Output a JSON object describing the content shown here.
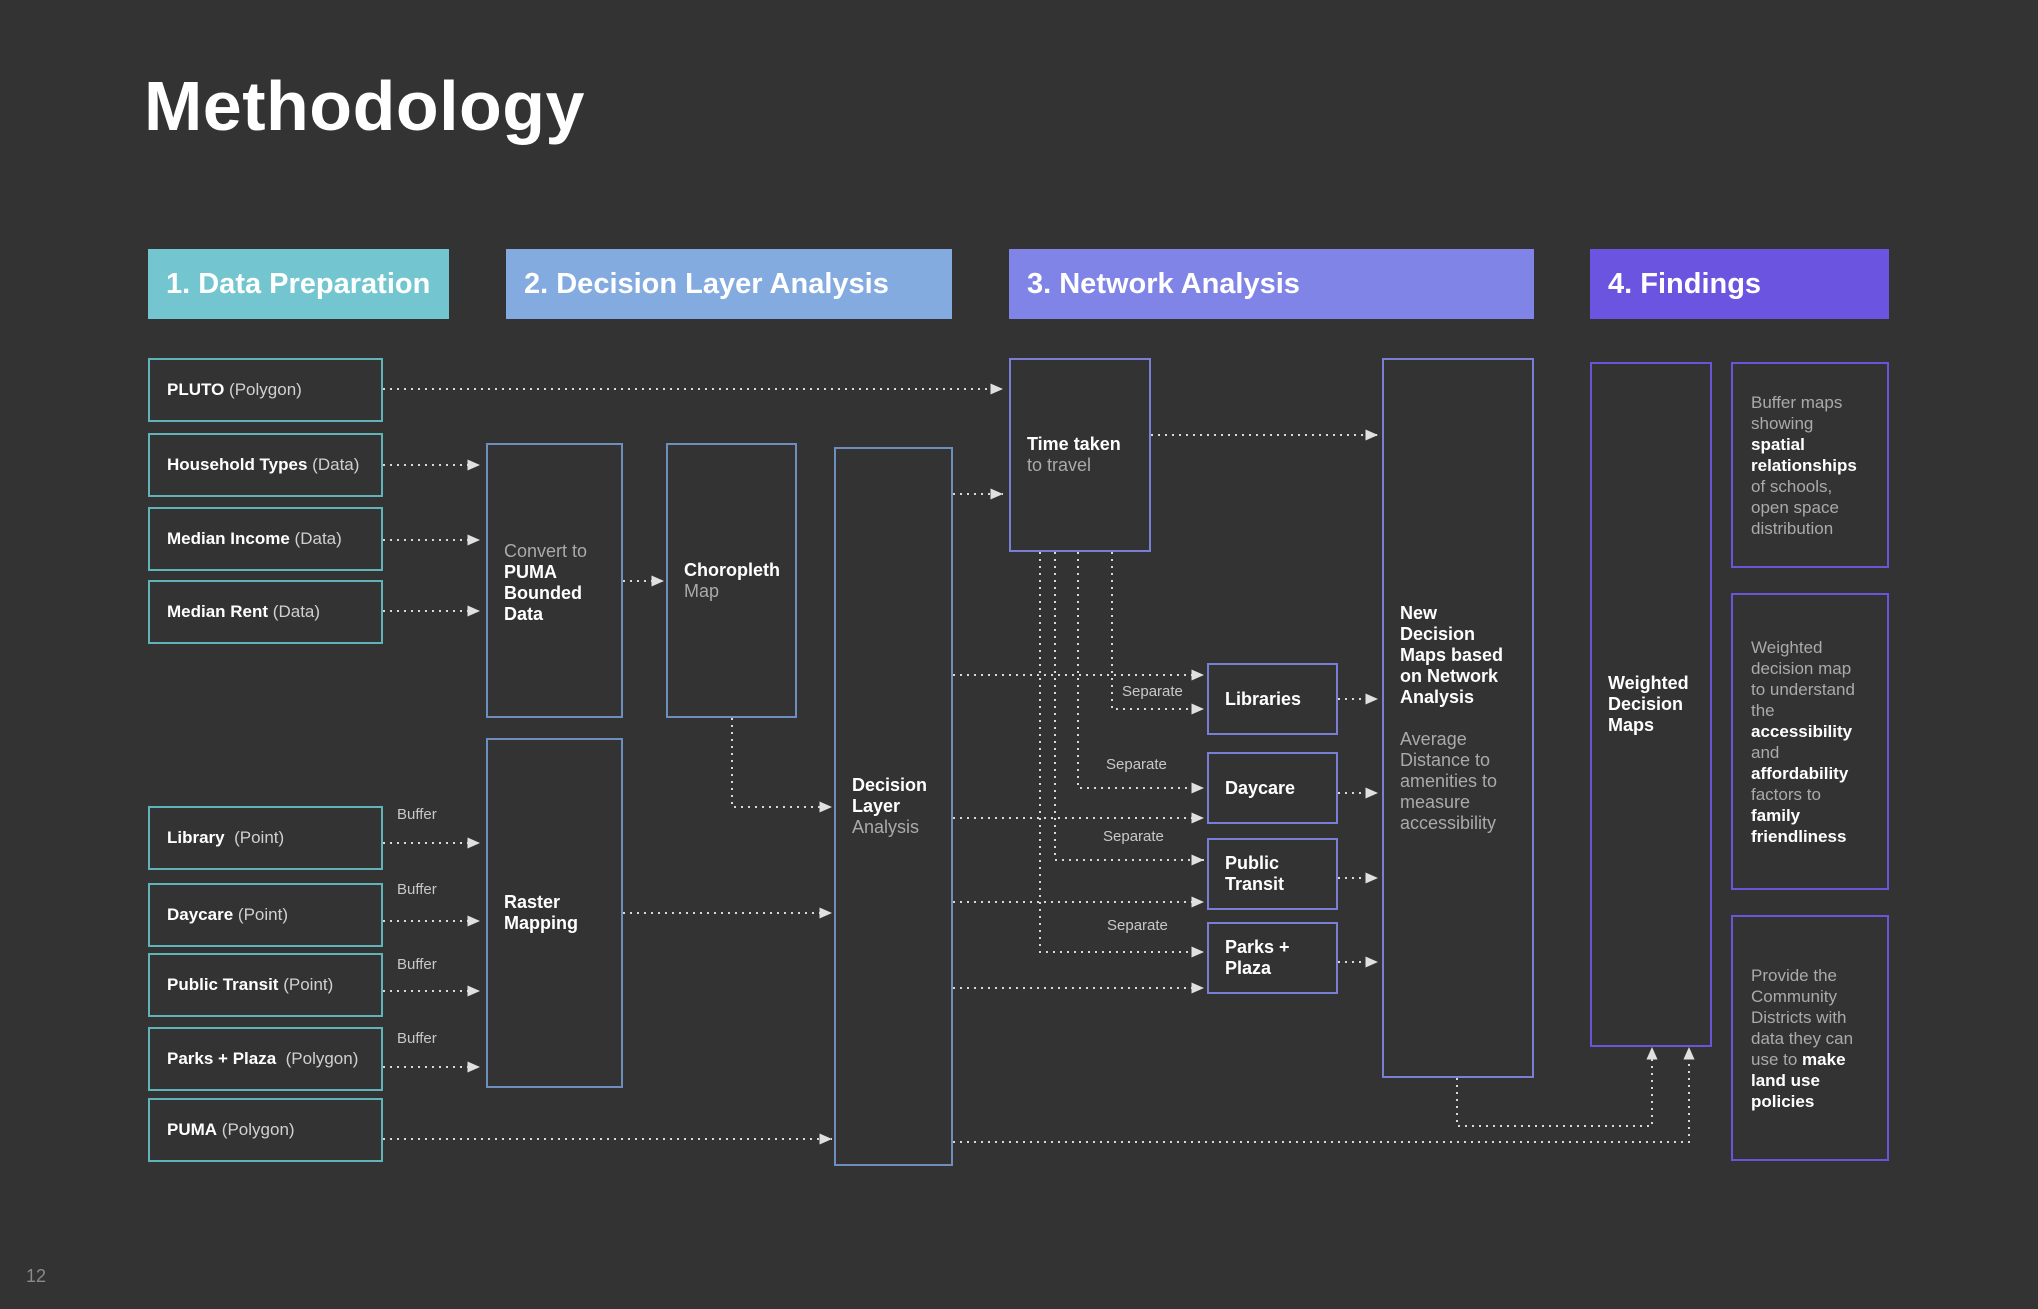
{
  "title": "Methodology",
  "page_number": "12",
  "headers": [
    {
      "label": "1. Data Preparation",
      "color": "#73c6d0"
    },
    {
      "label": "2. Decision Layer Analysis",
      "color": "#83abe0"
    },
    {
      "label": "3. Network Analysis",
      "color": "#7f84e6"
    },
    {
      "label": "4. Findings",
      "color": "#6a54e0"
    }
  ],
  "inputs": [
    {
      "name": "PLUTO",
      "type": "(Polygon)"
    },
    {
      "name": "Household Types",
      "type": "(Data)"
    },
    {
      "name": "Median Income",
      "type": "(Data)"
    },
    {
      "name": "Median Rent",
      "type": "(Data)"
    },
    {
      "name": "Library",
      "type": "(Point)"
    },
    {
      "name": "Daycare",
      "type": "(Point)"
    },
    {
      "name": "Public Transit",
      "type": "(Point)"
    },
    {
      "name": "Parks + Plaza",
      "type": "(Polygon)"
    },
    {
      "name": "PUMA",
      "type": "(Polygon)"
    }
  ],
  "buffer_label": "Buffer",
  "separate_label": "Separate",
  "convert": {
    "line1": "Convert to",
    "bold": [
      "PUMA",
      "Bounded",
      "Data"
    ]
  },
  "choropleth": {
    "bold": "Choropleth",
    "sub": "Map"
  },
  "raster": {
    "bold": [
      "Raster",
      "Mapping"
    ]
  },
  "decision_layer": {
    "bold": [
      "Decision",
      "Layer"
    ],
    "sub": "Analysis"
  },
  "time_taken": {
    "bold": "Time taken",
    "sub": "to travel"
  },
  "amenities": [
    [
      "Libraries"
    ],
    [
      "Daycare"
    ],
    [
      "Public",
      "Transit"
    ],
    [
      "Parks +",
      "Plaza"
    ]
  ],
  "new_maps": {
    "bold": [
      "New",
      "Decision",
      "Maps based",
      "on Network",
      "Analysis"
    ],
    "sub": [
      "Average",
      "Distance to",
      "amenities to",
      "measure",
      "accessibility"
    ]
  },
  "weighted": {
    "bold": [
      "Weighted",
      "Decision",
      "Maps"
    ]
  },
  "findings": [
    [
      {
        "t": "Buffer maps",
        "b": false
      },
      {
        "t": "showing",
        "b": false
      },
      {
        "t": "spatial",
        "b": true
      },
      {
        "t": "relationships",
        "b": true
      },
      {
        "t": "of schools,",
        "b": false
      },
      {
        "t": "open space",
        "b": false
      },
      {
        "t": "distribution",
        "b": false
      }
    ],
    [
      {
        "t": "Weighted",
        "b": false
      },
      {
        "t": "decision map",
        "b": false
      },
      {
        "t": "to understand",
        "b": false
      },
      {
        "t": "the",
        "b": false
      },
      {
        "t": "accessibility",
        "b": true
      },
      {
        "t": "and",
        "b": false
      },
      {
        "t": "affordability",
        "b": true
      },
      {
        "t": "factors to",
        "b": false
      },
      {
        "t": "family",
        "b": true
      },
      {
        "t": "friendliness",
        "b": true
      }
    ],
    [
      {
        "t": "Provide the",
        "b": false
      },
      {
        "t": "Community",
        "b": false
      },
      {
        "t": "Districts with",
        "b": false
      },
      {
        "t": "data they can",
        "b": false
      },
      {
        "t": "use to",
        "b": false,
        "inline_bold": "make"
      },
      {
        "t": "land use",
        "b": true
      },
      {
        "t": "policies",
        "b": true
      }
    ]
  ]
}
